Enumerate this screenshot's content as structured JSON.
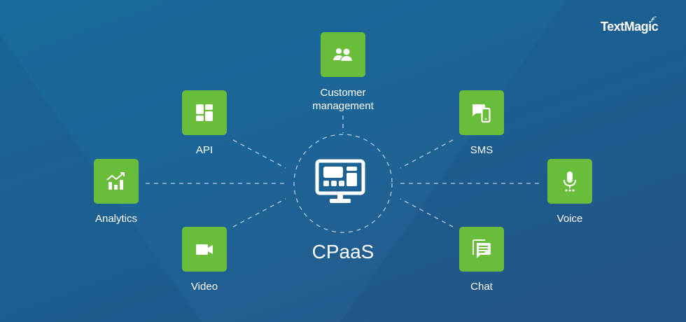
{
  "brand": {
    "name": "TextMagic",
    "background_color": "#1d6496",
    "tile_color": "#6abd3a",
    "line_color": "#c9d8e6"
  },
  "center": {
    "label": "CPaaS",
    "icon": "monitor-dashboard-icon"
  },
  "nodes": [
    {
      "id": "customer-management",
      "label_line1": "Customer",
      "label_line2": "management",
      "icon": "users-icon"
    },
    {
      "id": "api",
      "label_line1": "API",
      "label_line2": "",
      "icon": "grid-blocks-icon"
    },
    {
      "id": "sms",
      "label_line1": "SMS",
      "label_line2": "",
      "icon": "message-phone-icon"
    },
    {
      "id": "analytics",
      "label_line1": "Analytics",
      "label_line2": "",
      "icon": "bar-chart-trend-icon"
    },
    {
      "id": "voice",
      "label_line1": "Voice",
      "label_line2": "",
      "icon": "microphone-icon"
    },
    {
      "id": "video",
      "label_line1": "Video",
      "label_line2": "",
      "icon": "video-camera-icon"
    },
    {
      "id": "chat",
      "label_line1": "Chat",
      "label_line2": "",
      "icon": "chat-bubbles-icon"
    }
  ]
}
